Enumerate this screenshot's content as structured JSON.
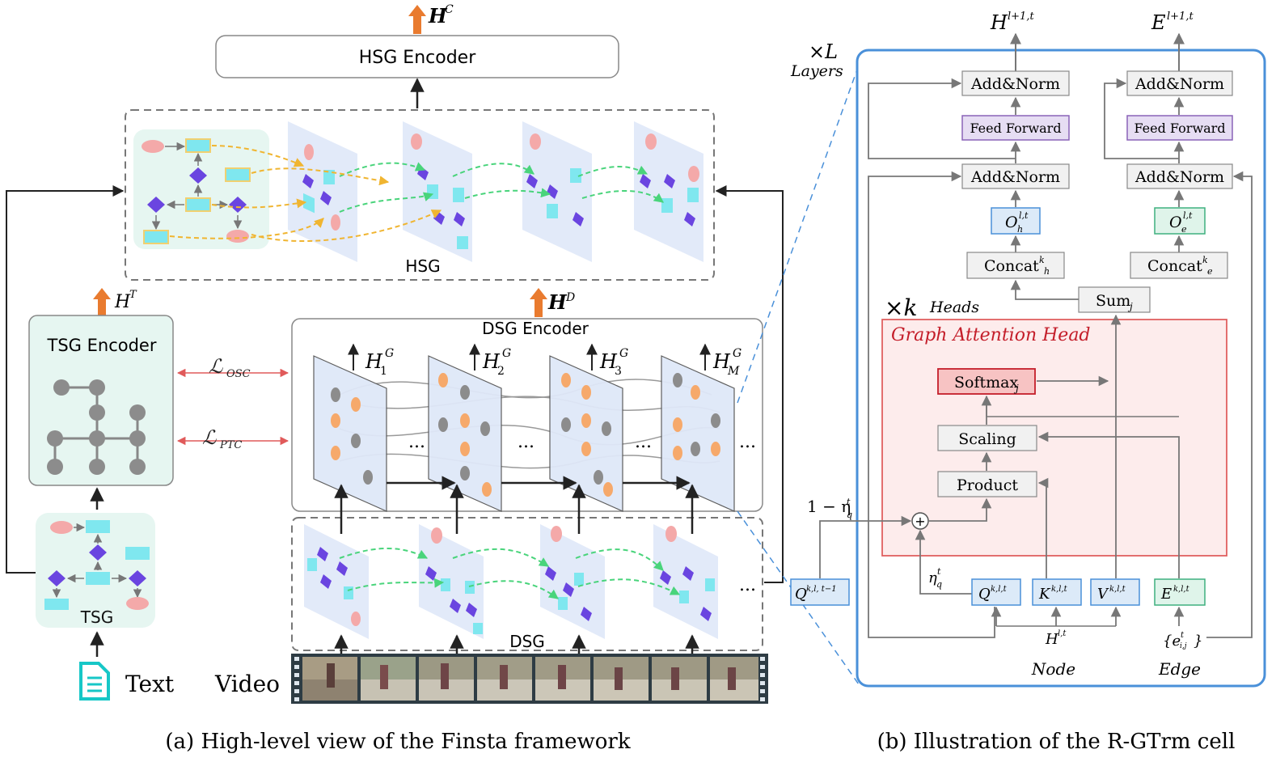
{
  "left": {
    "top_output": "H",
    "top_output_sup": "C",
    "hsg_encoder_label": "HSG Encoder",
    "hsg_label": "HSG",
    "tsg_encoder_label": "TSG Encoder",
    "tsg_output": "H",
    "tsg_output_sup": "T",
    "tsg_label": "TSG",
    "dsg_encoder_label": "DSG Encoder",
    "dsg_output": "H",
    "dsg_output_sup": "D",
    "dsg_label": "DSG",
    "loss_osc": "ℒ",
    "loss_osc_sub": "OSC",
    "loss_ptc": "ℒ",
    "loss_ptc_sub": "PTC",
    "frame_outputs": [
      {
        "base": "H",
        "sub": "1",
        "sup": "G"
      },
      {
        "base": "H",
        "sub": "2",
        "sup": "G"
      },
      {
        "base": "H",
        "sub": "3",
        "sup": "G"
      },
      {
        "base": "H",
        "sub": "M",
        "sup": "G"
      }
    ],
    "ellipsis": "...",
    "ellipsis_small": "···",
    "text_label": "Text",
    "video_label": "Video",
    "caption": "(a) High-level view of the Finsta framework"
  },
  "right": {
    "layers_times": "×L",
    "layers_word": "Layers",
    "heads_times": "×k",
    "heads_word": "Heads",
    "gat_head_label": "Graph Attention Head",
    "node_column": {
      "top_output": "H",
      "top_output_sup": "l+1,t",
      "add_norm_top": "Add&Norm",
      "feed_forward": "Feed Forward",
      "add_norm_bottom": "Add&Norm",
      "o_h": "O",
      "o_h_sub": "h",
      "o_h_sup": "l,t",
      "concat": "Concat",
      "concat_sup": "k",
      "concat_sub": "h"
    },
    "edge_column": {
      "top_output": "E",
      "top_output_sup": "l+1,t",
      "add_norm_top": "Add&Norm",
      "feed_forward": "Feed Forward",
      "add_norm_bottom": "Add&Norm",
      "o_e": "O",
      "o_e_sub": "e",
      "o_e_sup": "l,t",
      "concat": "Concat",
      "concat_sup": "k",
      "concat_sub": "e"
    },
    "sum_label": "Sum",
    "sum_sub": "j",
    "softmax_label": "Softmax",
    "softmax_sub": "j",
    "scaling_label": "Scaling",
    "product_label": "Product",
    "plus_symbol": "+",
    "one_minus_eta": "1 − η",
    "one_minus_eta_sub": "q",
    "one_minus_eta_sup": "t",
    "eta": "η",
    "eta_sub": "q",
    "eta_sup": "t",
    "q_prev": "Q",
    "q_prev_sup": "k,l, t−1",
    "q": "Q",
    "q_sup": "k,l,t",
    "k": "K",
    "k_sup": "k,l,t",
    "v": "V",
    "v_sup": "k,l,t",
    "e": "E",
    "e_sup": "k,l,t",
    "h_input": "H",
    "h_input_sup": "l,t",
    "edge_input": "{e",
    "edge_input_sup": "t",
    "edge_input_sub": "i,j",
    "edge_input_close": "}",
    "node_label": "Node",
    "edge_label": "Edge",
    "caption": "(b) Illustration of the R-GTrm cell"
  },
  "colors": {
    "orange_arrow": "#e97b2f",
    "blue_frame": "#4a90d9",
    "red_box": "#e06060",
    "red_box_fill": "#fdecec",
    "purple_fill": "#e6ddf3",
    "purple_stroke": "#8a63b8",
    "blue_fill": "#dceaf8",
    "green_fill": "#dff4ea",
    "green_stroke": "#3fb07f",
    "grey_box": "#f1f1f1",
    "mint_panel": "#e6f6f1",
    "graph_plane": "#dfe8f8",
    "node_orange": "#f6a96b",
    "node_grey": "#8c8c8c",
    "node_pink": "#f4a9a9",
    "node_cyan": "#7fe7ef",
    "node_purple": "#6a45e0",
    "green_dashed": "#49d47b",
    "yellow_dashed": "#f0b531"
  }
}
